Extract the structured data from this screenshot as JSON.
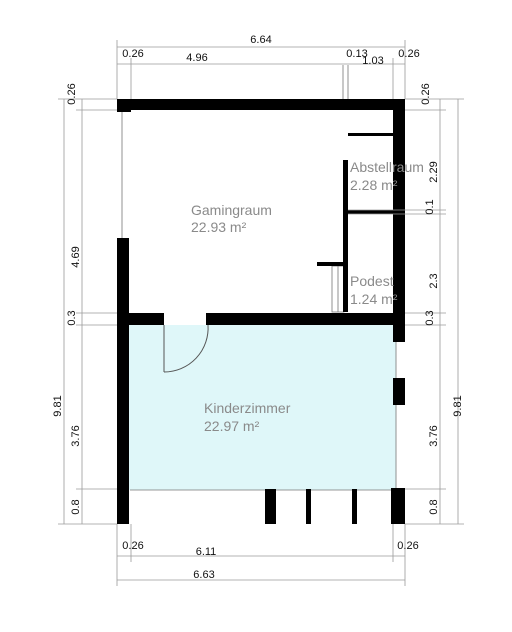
{
  "colors": {
    "wall": "#000000",
    "highlight_room": "#dff7f9",
    "dimension_line": "#9a9a9a",
    "room_text": "#8a8a8a"
  },
  "rooms": {
    "gamingraum": {
      "name": "Gamingraum",
      "area": "22.93 m²"
    },
    "abstellraum": {
      "name": "Abstellraum",
      "area": "2.28 m²"
    },
    "podest": {
      "name": "Podest",
      "area": "1.24 m²"
    },
    "kinderzimmer": {
      "name": "Kinderzimmer",
      "area": "22.97 m²"
    }
  },
  "dimensions": {
    "top": {
      "overall": "6.64",
      "left_wall": "0.26",
      "inner": "4.96",
      "partition": "0.13",
      "small": "1.03",
      "right_wall": "0.26"
    },
    "bottom": {
      "left_wall": "0.26",
      "inner": "6.11",
      "right_wall": "0.26",
      "overall": "6.63"
    },
    "left": {
      "top_wall": "0.26",
      "upper": "4.69",
      "floor": "0.3",
      "lower": "3.76",
      "bottom": "0.8",
      "overall": "9.81"
    },
    "right": {
      "top_wall": "0.26",
      "abst": "2.29",
      "partition": "0.1",
      "podest": "2.3",
      "floor": "0.3",
      "lower": "3.76",
      "bottom": "0.8",
      "overall": "9.81"
    }
  }
}
